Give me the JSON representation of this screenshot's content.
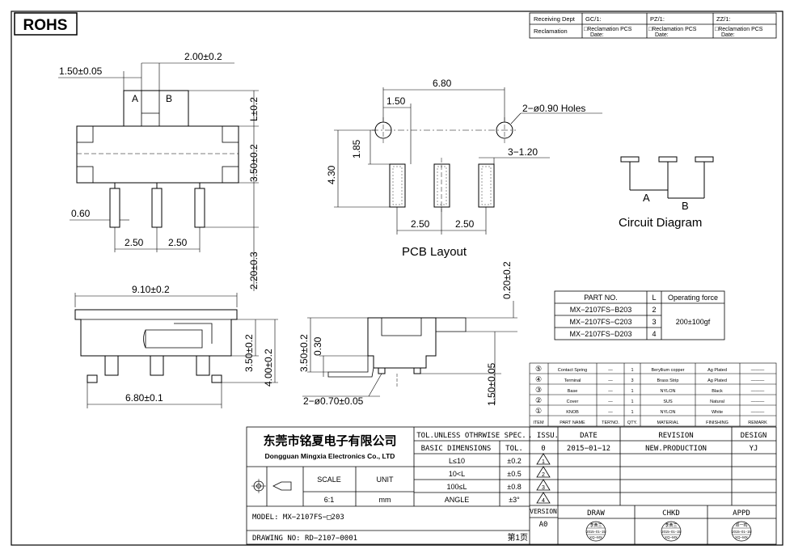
{
  "rohs": "ROHS",
  "header_table": {
    "receiving_dept": "Receiving Dept",
    "gc": "GC/1:",
    "pz": "PZ/1:",
    "zz": "ZZ/1:",
    "reclamation": "Reclamation",
    "recl_pcs": "□Reclamation  PCS",
    "date": "Date:"
  },
  "front_view": {
    "dim_150": "1.50±0.05",
    "dim_200": "2.00±0.2",
    "label_a": "A",
    "label_b": "B",
    "dim_l02": "L±0.2",
    "dim_350": "3.50±0.2",
    "dim_060": "0.60",
    "dim_250a": "2.50",
    "dim_250b": "2.50",
    "dim_220": "2.20±0.3"
  },
  "pcb": {
    "dim_680": "6.80",
    "dim_150": "1.50",
    "holes": "2−ø0.90  Holes",
    "dim_185": "1.85",
    "dim_430": "4.30",
    "dim_3120": "3−1.20",
    "dim_250a": "2.50",
    "dim_250b": "2.50",
    "title": "PCB  Layout"
  },
  "circuit": {
    "label_a": "A",
    "label_b": "B",
    "title": "Circuit  Diagram"
  },
  "side_view": {
    "dim_910": "9.10±0.2",
    "dim_350": "3.50±0.2",
    "dim_400": "4.00±0.2",
    "dim_680": "6.80±0.1"
  },
  "end_view": {
    "dim_020": "0.20±0.2",
    "dim_350": "3.50±0.2",
    "dim_030": "0.30",
    "dim_150": "1.50±0.05",
    "dim_holes": "2−ø0.70±0.05"
  },
  "part_table": {
    "headers": [
      "PART NO.",
      "L",
      "Operating force"
    ],
    "rows": [
      [
        "MX−2107FS−B203",
        "2"
      ],
      [
        "MX−2107FS−C203",
        "3"
      ],
      [
        "MX−2107FS−D203",
        "4"
      ]
    ],
    "force": "200±100gf"
  },
  "bom": {
    "rows": [
      [
        "⑤",
        "Contact Spring",
        "—",
        "1",
        "Beryllium copper",
        "Ag Plated",
        "———"
      ],
      [
        "④",
        "Terminal",
        "—",
        "3",
        "Brass Strip",
        "Ag Plated",
        "———"
      ],
      [
        "③",
        "Base",
        "—",
        "1",
        "NYLON",
        "Black",
        "———"
      ],
      [
        "②",
        "Cover",
        "—",
        "1",
        "SUS",
        "Natural",
        "———"
      ],
      [
        "①",
        "KNOB",
        "—",
        "1",
        "NYLON",
        "White",
        "———"
      ]
    ],
    "headers": [
      "ITEM",
      "PART NAME",
      "TER'NO.",
      "QTY.",
      "MATERIAL",
      "FINISHING",
      "REMARK"
    ]
  },
  "title_block": {
    "company_cn": "东莞市铭夏电子有限公司",
    "company_en": "Dongguan Mingxia Electronics Co., LTD",
    "tol_header": "TOL.UNLESS OTHRWISE SPEC.",
    "basic_dim": "BASIC DIMENSIONS",
    "tol": "TOL.",
    "tol_rows": [
      [
        "L≤10",
        "±0.2"
      ],
      [
        "10<L",
        "±0.5"
      ],
      [
        "100≤L",
        "±0.8"
      ],
      [
        "ANGLE",
        "±3°"
      ]
    ],
    "scale_label": "SCALE",
    "unit_label": "UNIT",
    "scale": "6:1",
    "unit": "mm",
    "issu": ". ISSU.",
    "date_h": "DATE",
    "revision_h": "REVISION",
    "design_h": "DESIGN",
    "issu_val": "0",
    "date_val": "2015−01−12",
    "revision_val": "NEW.PRODUCTION",
    "design_val": "YJ",
    "tri": [
      "1",
      "2",
      "3",
      "4"
    ],
    "model": "MODEL:  MX−2107FS−□203",
    "drawing_no": "DRAWING NO:  RD−2107−0001",
    "page": "第1页",
    "version_h": "VERSION",
    "version_val": "A0",
    "draw": "DRAW",
    "chkd": "CHKD",
    "appd": "APPD",
    "stamp1": "李黄兰",
    "stamp2": "李黄兰",
    "stamp3": "邓一鸣",
    "stamp_date": "2015−01−15",
    "stamp_code": "XQ−MX"
  }
}
